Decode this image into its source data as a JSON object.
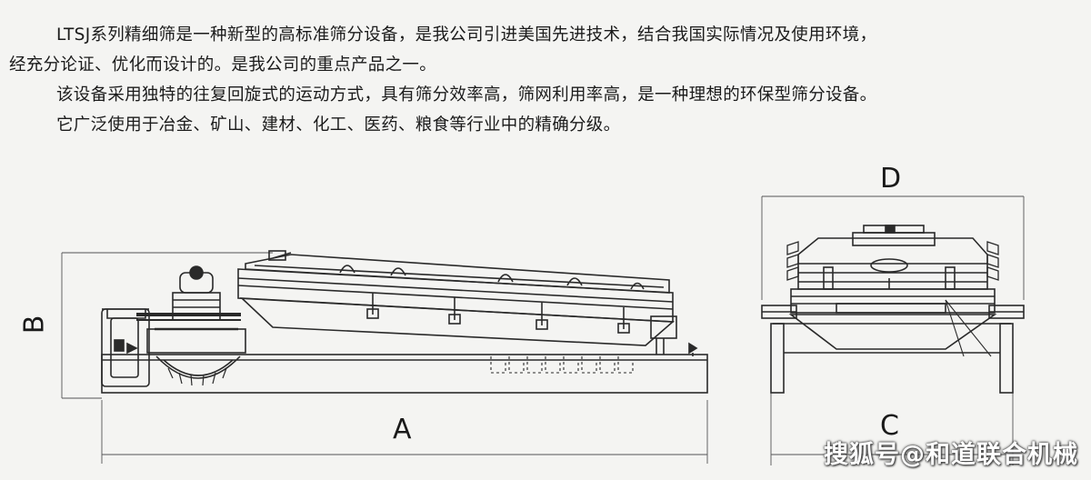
{
  "intro": {
    "line1": "LTSJ系列精细筛是一种新型的高标准筛分设备，是我公司引进美国先进技术，结合我国实际情况及使用环境，",
    "line2": "经充分论证、优化而设计的。是我公司的重点产品之一。",
    "line3": "该设备采用独特的往复回旋式的运动方式，具有筛分效率高，筛网利用率高，是一种理想的环保型筛分设备。",
    "line4": "它广泛使用于冶金、矿山、建材、化工、医药、粮食等行业中的精确分级。"
  },
  "dimensions": {
    "a": "A",
    "b": "B",
    "c": "C",
    "d": "D"
  },
  "watermark": "搜狐号@和道联合机械",
  "colors": {
    "line": "#2a2a2a",
    "dim_line": "#555555",
    "background": "#f4f4f2"
  }
}
